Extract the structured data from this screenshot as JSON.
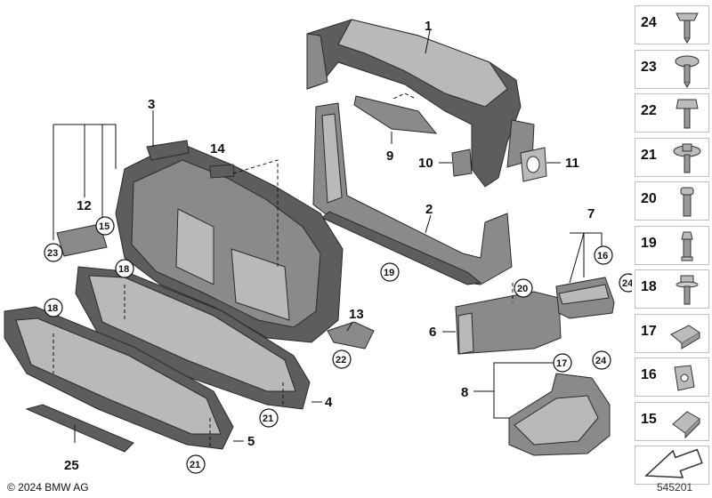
{
  "diagram": {
    "callouts": {
      "c1": "1",
      "c2": "2",
      "c3": "3",
      "c4": "4",
      "c5": "5",
      "c6": "6",
      "c7": "7",
      "c8": "8",
      "c9": "9",
      "c10": "10",
      "c11": "11",
      "c12": "12",
      "c13": "13",
      "c14": "14",
      "c15": "15",
      "c16": "16",
      "c17": "17",
      "c18": "18",
      "c19": "19",
      "c20": "20",
      "c21": "21",
      "c22": "22",
      "c23": "23",
      "c24": "24",
      "c25": "25"
    },
    "circled": {
      "c15": "15",
      "c23": "23",
      "c18a": "18",
      "c18b": "18",
      "c19": "19",
      "c20": "20",
      "c16": "16",
      "c24a": "24",
      "c17": "17",
      "c24b": "24",
      "c22": "22",
      "c21a": "21",
      "c21b": "21"
    }
  },
  "side_parts": [
    {
      "label": "24",
      "icon": "screw-icon"
    },
    {
      "label": "23",
      "icon": "screw-icon"
    },
    {
      "label": "22",
      "icon": "bolt-icon"
    },
    {
      "label": "21",
      "icon": "bolt-icon"
    },
    {
      "label": "20",
      "icon": "rivet-icon"
    },
    {
      "label": "19",
      "icon": "rivet-icon"
    },
    {
      "label": "18",
      "icon": "bolt-icon"
    },
    {
      "label": "17",
      "icon": "clip-nut-icon"
    },
    {
      "label": "16",
      "icon": "clip-nut-icon"
    },
    {
      "label": "15",
      "icon": "clip-nut-icon"
    }
  ],
  "footer": {
    "copyright": "© 2024 BMW AG",
    "diagram_number": "545201"
  }
}
